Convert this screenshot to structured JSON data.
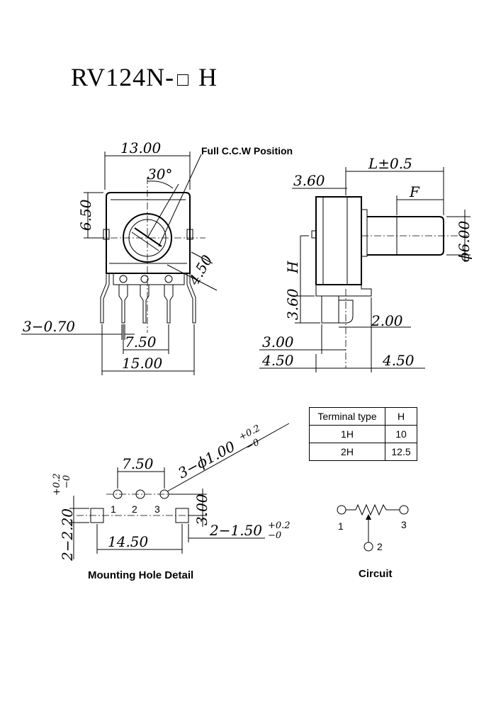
{
  "title": {
    "model": "RV124N-",
    "suffix": "H"
  },
  "front_view": {
    "width_top": "13.00",
    "angle": "30°",
    "ccw_label": "Full C.C.W Position",
    "height_left": "6.50",
    "diag": "4.50",
    "pins": "3−0.70",
    "pitch": "7.50",
    "width_bottom": "15.00"
  },
  "side_view": {
    "length": "L±0.5",
    "flat": "F",
    "offset_top": "3.60",
    "diameter": "ϕ6.00",
    "height": "H",
    "offset_bottom": "3.60",
    "d_200": "2.00",
    "d_300": "3.00",
    "d_450_left": "4.50",
    "d_450_right": "4.50"
  },
  "terminal_table": {
    "headers": [
      "Terminal type",
      "H"
    ],
    "rows": [
      [
        "1H",
        "10"
      ],
      [
        "2H",
        "12.5"
      ]
    ]
  },
  "mounting": {
    "pitch": "7.50",
    "holes": "3−ϕ1.00",
    "holes_tol_plus": "+0.2",
    "holes_tol_minus": "−0",
    "width_left": "2−2.20",
    "width_left_tol_plus": "+0.2",
    "width_left_tol_minus": "−0",
    "offset": "3.00",
    "span": "14.50",
    "slots": "2−1.50",
    "slots_tol_plus": "+0.2",
    "slots_tol_minus": "−0",
    "pin_labels": [
      "1",
      "2",
      "3"
    ],
    "caption": "Mounting Hole Detail"
  },
  "circuit": {
    "labels": [
      "1",
      "3",
      "2"
    ],
    "caption": "Circuit"
  }
}
